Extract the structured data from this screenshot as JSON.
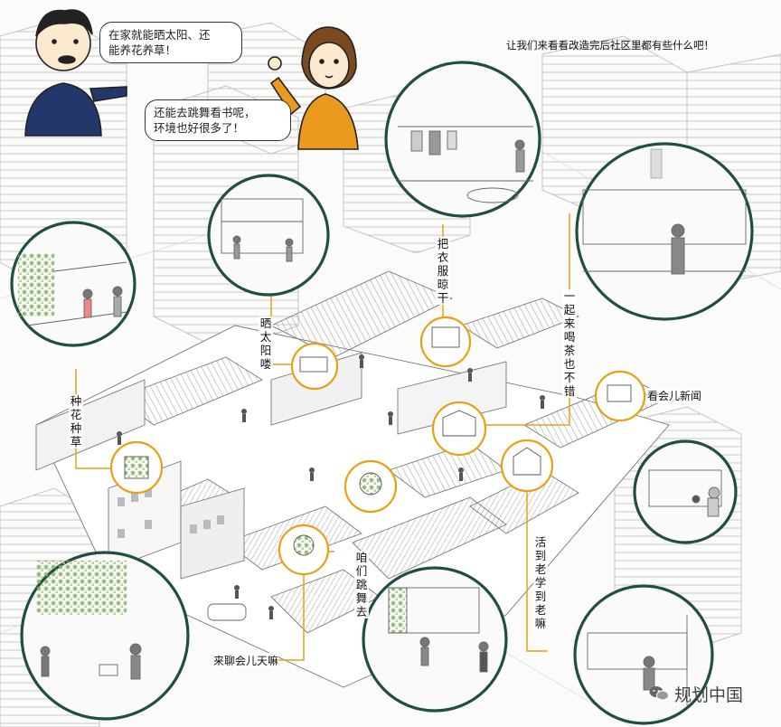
{
  "intro": "让我们来看看改造完后社区里都有些什么吧！",
  "speech": [
    {
      "id": "man",
      "lines": [
        "在家就能晒太阳、还",
        "能养花养草！"
      ]
    },
    {
      "id": "woman",
      "lines": [
        "还能去跳舞看书呢，",
        "环境也好很多了！"
      ]
    }
  ],
  "labels": {
    "grow_flowers": "种花种草",
    "sunbathe": "晒太阳喽",
    "dry_clothes": "把衣服晾干",
    "tea": "一起来喝茶也不错",
    "news": "看会儿新闻",
    "dance": "咱们跳舞去",
    "learn": "活到老学到老嘛",
    "chat": "来聊会儿天嘛"
  },
  "watermark": "规划中国",
  "colors": {
    "accent": "#e6a118",
    "circle_border": "#1f4f40",
    "man_jacket": "#23376b",
    "woman_jacket": "#ea9a1e"
  }
}
